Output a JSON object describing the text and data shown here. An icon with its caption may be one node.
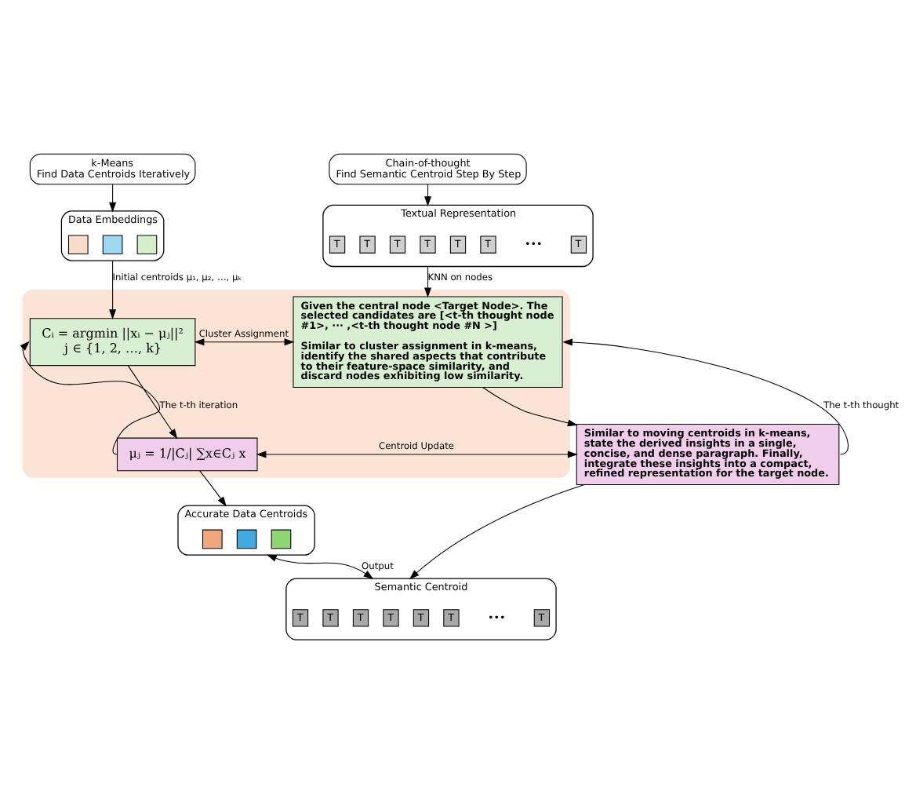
{
  "diagram": {
    "nodes": [
      {
        "text": [
          "k-Means",
          "Find Data Centroids Iteratively"
        ]
      },
      {
        "text": [
          "Chain-of-thought",
          "Find Semantic Centroid Step By Step"
        ]
      },
      {
        "text": [
          "Data Embeddings"
        ]
      },
      {
        "text": [],
        "shape": "box",
        "in": 2
      },
      {
        "text": [],
        "shape": "box",
        "in": 2
      },
      {
        "text": [],
        "shape": "box",
        "in": 2
      },
      {
        "text": [
          "Textual Representation"
        ]
      },
      {
        "text": [
          "T"
        ],
        "in": 6
      },
      {
        "text": [
          "T"
        ],
        "in": 6
      },
      {
        "text": [
          "T"
        ],
        "in": 6
      },
      {
        "text": [
          "T"
        ],
        "in": 6
      },
      {
        "text": [
          "T"
        ],
        "in": 6
      },
      {
        "text": [
          "T"
        ],
        "in": 6
      },
      {
        "text": [
          "T"
        ],
        "in": 6
      },
      {
        "text": [],
        "shape": "box"
      },
      {
        "text": [
          "Cᵢ = argmin ||xᵢ − μⱼ||²",
          "j ∈ {1, 2, …, k}"
        ],
        "in": 14
      },
      {
        "text": [
          "Given the central node <Target Node>. The selected candidates are [<t-th thought node #1>, ··· ,<t-th thought node #N >]",
          "Similar to cluster assignment in k-means, identify the shared aspects that contribute to their feature-space similarity, and discard nodes exhibiting low similarity."
        ],
        "in": 14
      },
      {
        "text": [
          "μⱼ = 1/|Cⱼ| ∑x∈Cⱼ x"
        ],
        "in": 14
      },
      {
        "text": [
          "Similar to moving centroids in k-means, state the derived insights in a single, concise, and dense paragraph. Finally, integrate these insights into a compact, refined representation for the target node."
        ]
      },
      {
        "text": [
          "Accurate Data Centroids"
        ]
      },
      {
        "text": [],
        "shape": "box",
        "in": 19
      },
      {
        "text": [],
        "shape": "box",
        "in": 19
      },
      {
        "text": [],
        "shape": "box",
        "in": 19
      },
      {
        "text": [
          "Semantic Centroid"
        ]
      },
      {
        "text": [
          "T"
        ],
        "in": 23
      },
      {
        "text": [
          "T"
        ],
        "in": 23
      },
      {
        "text": [
          "T"
        ],
        "in": 23
      },
      {
        "text": [
          "T"
        ],
        "in": 23
      },
      {
        "text": [
          "T"
        ],
        "in": 23
      },
      {
        "text": [
          "T"
        ],
        "in": 23
      },
      {
        "text": [
          "T"
        ],
        "in": 23
      }
    ],
    "edges": [
      {
        "from": 0,
        "to": 2,
        "arrow": "to"
      },
      {
        "from": 1,
        "to": 6,
        "arrow": "to"
      },
      {
        "from": 2,
        "to": 15,
        "arrow": "to",
        "label": "Initial centroids μ₁, μ₂, …, μₖ"
      },
      {
        "from": 6,
        "to": 16,
        "arrow": "to",
        "label": "KNN on nodes"
      },
      {
        "from": 15,
        "to": 16,
        "arrow": "both",
        "label": "Cluster Assignment"
      },
      {
        "from": 15,
        "to": 17,
        "arrow": "to"
      },
      {
        "from": 17,
        "to": 15,
        "arrow": "to",
        "label": "The t-th iteration"
      },
      {
        "from": 16,
        "to": 18,
        "arrow": "to"
      },
      {
        "from": 18,
        "to": 16,
        "arrow": "to",
        "label": "The t-th thought"
      },
      {
        "from": 17,
        "to": 18,
        "arrow": "both",
        "label": "Centroid Update"
      },
      {
        "from": 17,
        "to": 19,
        "arrow": "to"
      },
      {
        "from": 18,
        "to": 23,
        "arrow": "to"
      },
      {
        "from": 19,
        "to": 23,
        "arrow": "both",
        "label": "Output"
      }
    ],
    "labels": [
      "•••",
      "•••"
    ]
  }
}
